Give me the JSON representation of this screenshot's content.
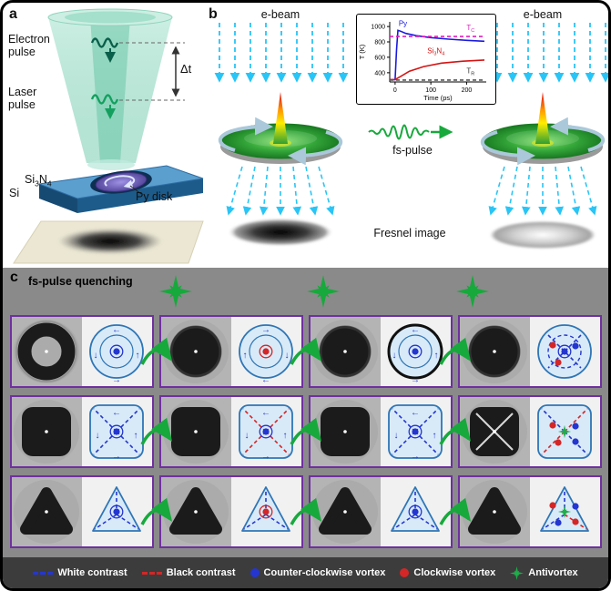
{
  "figure": {
    "panel_a": "a",
    "panel_b": "b",
    "panel_c": "c"
  },
  "colors": {
    "accent_green": "#17a93c",
    "beam_cyan": "#29c5f6",
    "pair_border": "#7030a0",
    "contrast_blue": "#2436cf",
    "contrast_red": "#d42626",
    "vortex_blue": "#2436cf",
    "vortex_red": "#d42626",
    "antivortex_green": "#1fae4a",
    "panel_c_bg": "#8a8a8a",
    "schematic_stroke": "#2e75b6"
  },
  "panel_a": {
    "electron_pulse": "Electron pulse",
    "laser_pulse": "Laser pulse",
    "delta_t": "Δt",
    "si": "Si",
    "si3n4_segments": [
      {
        "t": "Si"
      },
      {
        "t": "3",
        "sub": true
      },
      {
        "t": "N"
      },
      {
        "t": "4",
        "sub": true
      }
    ],
    "py_disk": "Py disk"
  },
  "panel_b": {
    "ebeam_left": "e-beam",
    "ebeam_right": "e-beam",
    "fs_pulse": "fs-pulse",
    "fresnel": "Fresnel image"
  },
  "chart_data": {
    "type": "line",
    "title": "",
    "xlabel": "Time (ps)",
    "ylabel": "T (K)",
    "xlim": [
      -15,
      255
    ],
    "ylim": [
      280,
      1060
    ],
    "xticks": [
      0,
      100,
      200
    ],
    "yticks": [
      400,
      600,
      800,
      1000
    ],
    "grid": false,
    "legend_position": "none",
    "series": [
      {
        "name": "Py",
        "color": "#1a1adf",
        "dashed": false,
        "x": [
          -15,
          0,
          4,
          8,
          15,
          30,
          60,
          100,
          150,
          200,
          250
        ],
        "y": [
          310,
          310,
          700,
          950,
          940,
          910,
          880,
          855,
          835,
          820,
          808
        ]
      },
      {
        "name": "Si3N4",
        "color": "#d41414",
        "dashed": false,
        "x": [
          -15,
          0,
          15,
          40,
          80,
          130,
          190,
          250
        ],
        "y": [
          310,
          312,
          350,
          420,
          480,
          525,
          550,
          565
        ]
      },
      {
        "name": "T_C",
        "color": "#e020c0",
        "dashed": true,
        "x": [
          -15,
          250
        ],
        "y": [
          870,
          870
        ]
      },
      {
        "name": "T_R",
        "color": "#555555",
        "dashed": true,
        "x": [
          -15,
          250
        ],
        "y": [
          305,
          305
        ]
      }
    ],
    "annotations": [
      {
        "segments": [
          {
            "t": "Py"
          }
        ],
        "color": "#1a1adf",
        "x": 10,
        "y": 1005
      },
      {
        "segments": [
          {
            "t": "T"
          },
          {
            "t": "C",
            "sub": true
          }
        ],
        "color": "#e020c0",
        "x": 200,
        "y": 955
      },
      {
        "segments": [
          {
            "t": "Si"
          },
          {
            "t": "3",
            "sub": true
          },
          {
            "t": "N"
          },
          {
            "t": "4",
            "sub": true
          }
        ],
        "color": "#d41414",
        "x": 90,
        "y": 650
      },
      {
        "segments": [
          {
            "t": "T"
          },
          {
            "t": "R",
            "sub": true
          }
        ],
        "color": "#333333",
        "x": 200,
        "y": 395
      }
    ]
  },
  "panel_c": {
    "title": "fs-pulse quenching",
    "rows": [
      {
        "shape": "circle",
        "cells": [
          {
            "tem": "ring",
            "dashes": "none",
            "markers": [
              "blue"
            ]
          },
          {
            "tem": "disk",
            "dashes": "none",
            "markers": [
              "red"
            ]
          },
          {
            "tem": "disk",
            "dashes": "none",
            "markers": [
              "blue"
            ],
            "bold": true
          },
          {
            "tem": "disk",
            "dashes": "blue",
            "markers": [
              "blue",
              "red",
              "blue",
              "red"
            ]
          }
        ]
      },
      {
        "shape": "square",
        "cells": [
          {
            "tem": "disk",
            "dashes": "blue",
            "markers": [
              "blue"
            ]
          },
          {
            "tem": "disk",
            "dashes": "red",
            "markers": [
              "blue"
            ]
          },
          {
            "tem": "disk",
            "dashes": "blue",
            "markers": [
              "blue"
            ]
          },
          {
            "tem": "cross",
            "dashes": "mixed",
            "markers": [
              "green",
              "red",
              "blue",
              "red",
              "blue"
            ]
          }
        ]
      },
      {
        "shape": "triangle",
        "cells": [
          {
            "tem": "disk",
            "dashes": "blue",
            "markers": [
              "blue"
            ]
          },
          {
            "tem": "disk",
            "dashes": "blue",
            "markers": [
              "red"
            ]
          },
          {
            "tem": "disk",
            "dashes": "blue",
            "markers": [
              "blue"
            ]
          },
          {
            "tem": "disk",
            "dashes": "mixed",
            "markers": [
              "green",
              "red",
              "blue",
              "blue",
              "red"
            ]
          }
        ]
      }
    ],
    "legend": [
      {
        "type": "dash",
        "color": "#2436cf",
        "label": "White contrast"
      },
      {
        "type": "dash",
        "color": "#d42626",
        "label": "Black contrast"
      },
      {
        "type": "dot",
        "color": "#2436cf",
        "label": "Counter-clockwise vortex"
      },
      {
        "type": "dot",
        "color": "#d42626",
        "label": "Clockwise vortex"
      },
      {
        "type": "star",
        "color": "#1fae4a",
        "label": "Antivortex"
      }
    ]
  }
}
